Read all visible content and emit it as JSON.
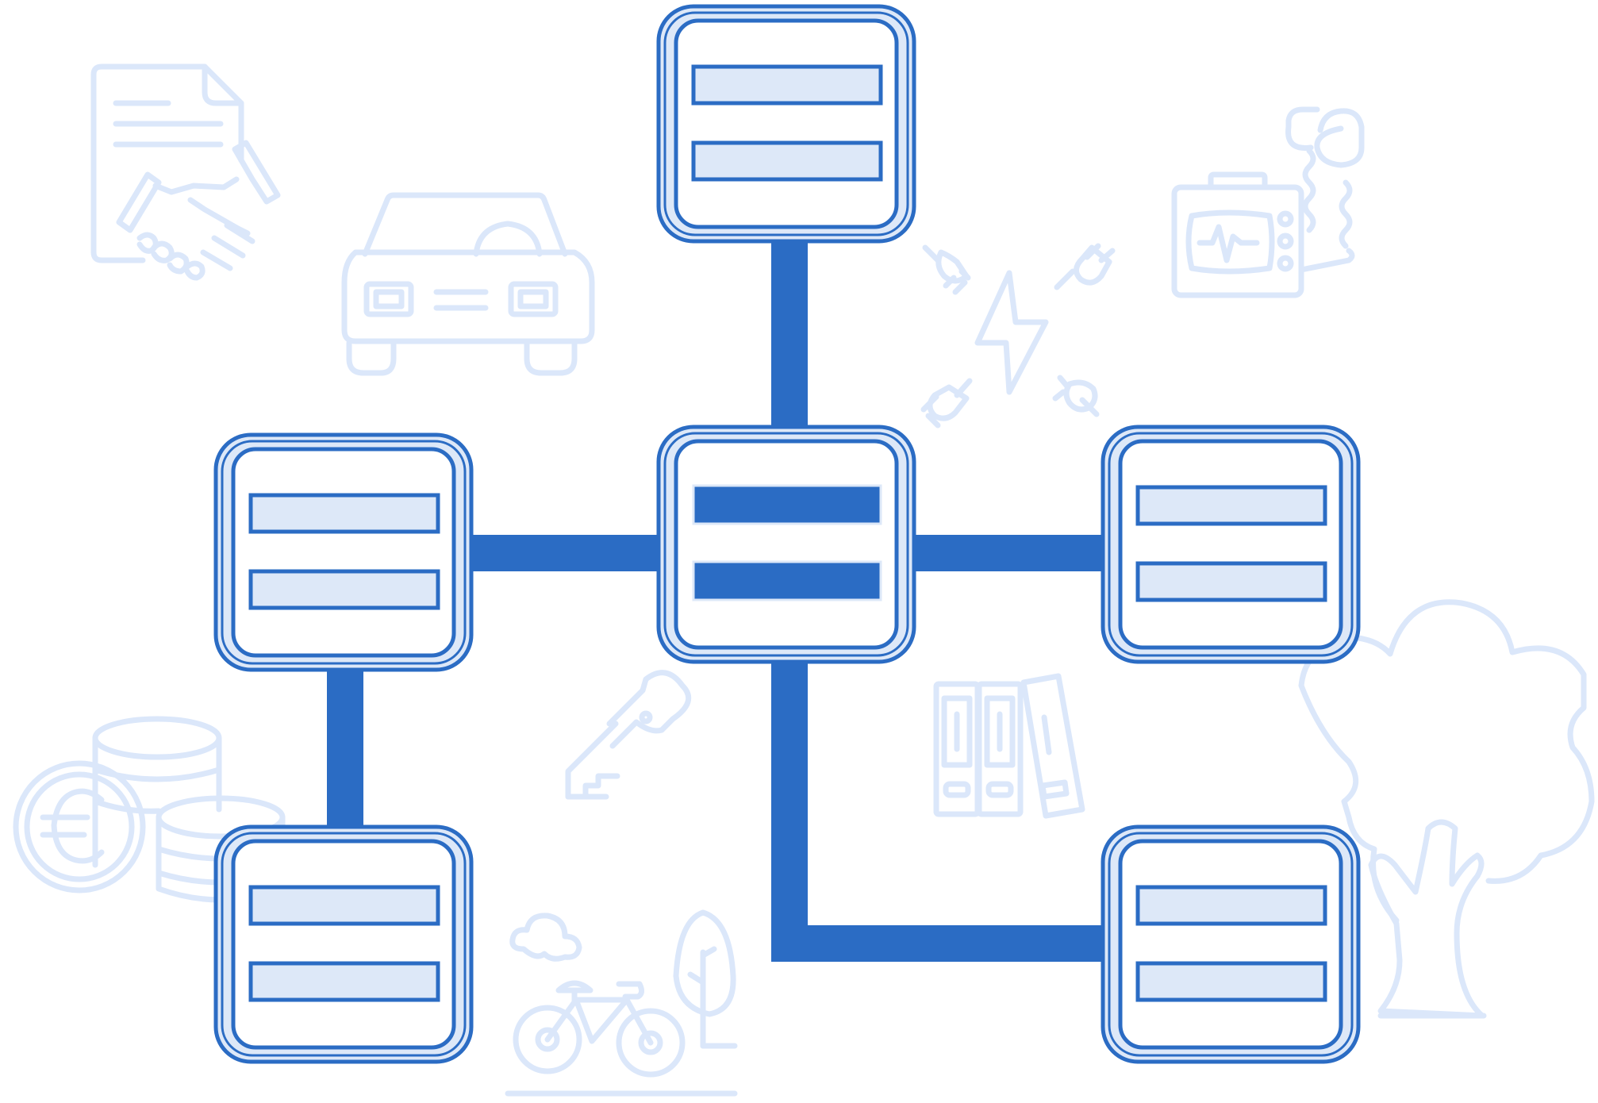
{
  "diagram": {
    "type": "network-hub",
    "colors": {
      "primary": "#2b6cc4",
      "node_fill": "#dde8f8",
      "node_inner": "#ffffff",
      "icon": "#dbe7fa"
    },
    "nodes": [
      {
        "id": "node-top",
        "style": "outline"
      },
      {
        "id": "node-center",
        "style": "filled"
      },
      {
        "id": "node-left",
        "style": "outline"
      },
      {
        "id": "node-right",
        "style": "outline"
      },
      {
        "id": "node-bottom-left",
        "style": "outline"
      },
      {
        "id": "node-bottom-right",
        "style": "outline"
      }
    ],
    "connections": [
      {
        "from": "node-top",
        "to": "node-center"
      },
      {
        "from": "node-left",
        "to": "node-center"
      },
      {
        "from": "node-center",
        "to": "node-right"
      },
      {
        "from": "node-left",
        "to": "node-bottom-left"
      },
      {
        "from": "node-center",
        "to": "node-bottom-right"
      }
    ],
    "background_icons": [
      "contract-handshake-icon",
      "car-icon",
      "electricity-plugs-icon",
      "medical-monitor-icon",
      "coins-euro-icon",
      "key-icon",
      "binders-icon",
      "bicycle-tree-icon",
      "tree-icon"
    ]
  }
}
